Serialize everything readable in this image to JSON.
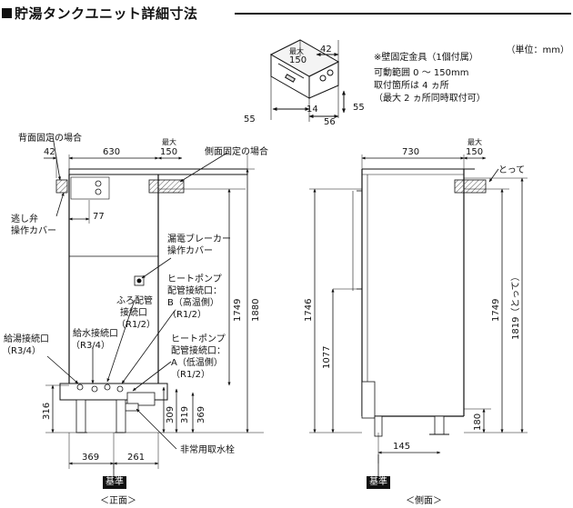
{
  "header": {
    "title": "貯湯タンクユニット詳細寸法",
    "unit": "（単位：mm）"
  },
  "bracket_note": {
    "line1": "※壁固定金具（1個付属）",
    "line2": "可動範囲 0 ～ 150mm",
    "line3": "取付箇所は 4 ヵ所",
    "line4": "（最大 2 ヵ所同時取付可）"
  },
  "bracket_dims": {
    "max_label": "最大",
    "d150": "150",
    "d42": "42",
    "d55a": "55",
    "d14": "14",
    "d56": "56",
    "d55b": "55"
  },
  "front_view": {
    "rear_fix_label": "背面固定の場合",
    "side_fix_label": "側面固定の場合",
    "d42": "42",
    "d630": "630",
    "max_label": "最大",
    "d150": "150",
    "d77": "77",
    "relief_cover_line1": "逃し弁",
    "relief_cover_line2": "操作カバー",
    "breaker_line1": "漏電ブレーカー",
    "breaker_line2": "操作カバー",
    "bath_line1": "ふろ配管",
    "bath_line2": "接続口",
    "bath_line3": "（R1/2）",
    "hp_b_line1": "ヒートポンプ",
    "hp_b_line2": "配管接続口：",
    "hp_b_line3": "B（高温側）",
    "hp_b_line4": "（R1/2）",
    "supply_line1": "給水接続口",
    "supply_line2": "（R3/4）",
    "hotwater_line1": "給湯接続口",
    "hotwater_line2": "（R3/4）",
    "hp_a_line1": "ヒートポンプ",
    "hp_a_line2": "配管接続口：",
    "hp_a_line3": "A（低温側）",
    "hp_a_line4": "（R1/2）",
    "d1749": "1749",
    "d1880": "1880",
    "d316": "316",
    "d309": "309",
    "d319": "319",
    "d369v": "369",
    "d369": "369",
    "d261": "261",
    "drain_label": "非常用取水栓",
    "base_label": "基準",
    "view_label": "＜正面＞"
  },
  "side_view": {
    "d730": "730",
    "max_label": "最大",
    "d150": "150",
    "handle_label": "とって",
    "d1746": "1746",
    "d1077": "1077",
    "d1749": "1749",
    "d1819": "1819（とって）",
    "d180": "180",
    "d145": "145",
    "base_label": "基準",
    "view_label": "＜側面＞"
  }
}
